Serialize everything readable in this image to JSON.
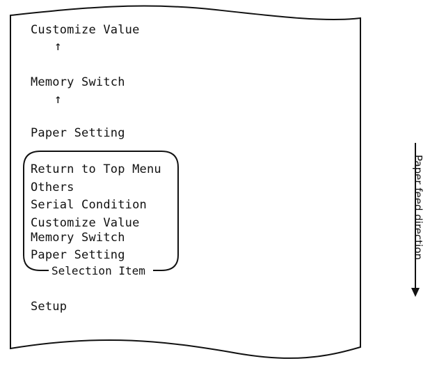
{
  "receipt": {
    "top": {
      "line1": "Customize Value",
      "arrow1": "↑",
      "line2": "Memory Switch",
      "arrow2": "↑",
      "line3": "Paper Setting"
    },
    "selection_box": {
      "items": [
        "Return to Top Menu",
        "Others",
        "Serial Condition",
        "Customize Value",
        "Memory Switch",
        "Paper Setting"
      ],
      "caption": "Selection Item"
    },
    "footer": "Setup"
  },
  "feed": {
    "label": "Paper feed direction"
  }
}
